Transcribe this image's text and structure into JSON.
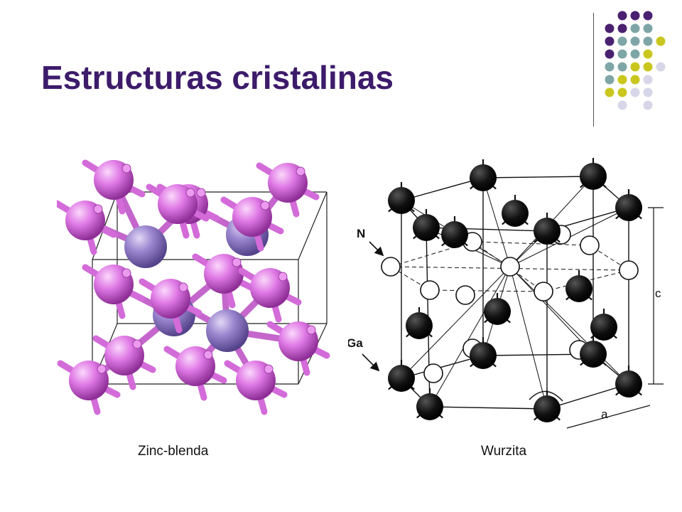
{
  "slide": {
    "title": "Estructuras cristalinas"
  },
  "colors": {
    "title": "#3d1b6b",
    "deco_purple": "#4a2170",
    "deco_teal": "#7fa6a6",
    "deco_yellow": "#c9c71e",
    "deco_lavender": "#d6d6e8",
    "zinc_atom_pink": "#e07ae6",
    "zinc_atom_lilac": "#9a86cf",
    "wurtzite_dark_atom": "#111111",
    "wurtzite_light_atom": "#ffffff"
  },
  "figures": {
    "zinc_blende": {
      "caption": "Zinc-blenda"
    },
    "wurtzite": {
      "caption": "Wurzita",
      "labels": {
        "n": "N",
        "ga": "Ga",
        "c": "c",
        "a": "a"
      }
    }
  }
}
